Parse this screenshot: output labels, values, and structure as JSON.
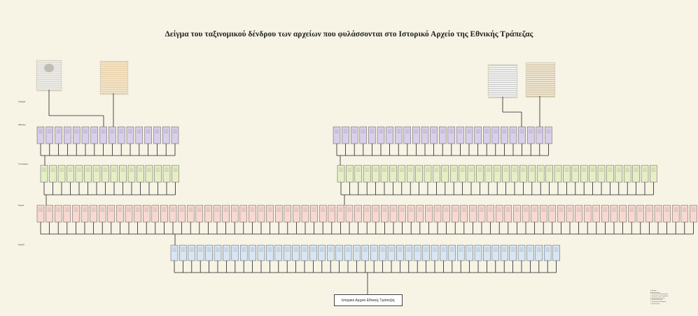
{
  "title": "Δείγμα του ταξινομικού δένδρου των αρχείων που φυλάσσονται στο Ιστορικό Αρχείο της Εθνικής Τράπεζας",
  "root_label": "Ιστορικό Αρχείο Εθνικής Τράπεζας",
  "level_labels": {
    "items": "Τεμάχια",
    "files": "Φάκελοι",
    "subseries": "Υποσειρές",
    "series": "Σειρές",
    "fonds": "Αρχεία"
  },
  "colors": {
    "background": "#f7f4e6",
    "files": "#d9cfea",
    "subseries": "#e6efc4",
    "series": "#f8d8d0",
    "fonds": "#d6e6f5",
    "line": "#222222"
  },
  "document_images": [
    {
      "name": "document-scan-1",
      "style": "grey-seal"
    },
    {
      "name": "document-scan-2",
      "style": "sepia"
    },
    {
      "name": "document-scan-3",
      "style": "grey-typed"
    },
    {
      "name": "document-scan-4",
      "style": "sepia-form"
    }
  ],
  "legend_lines": [
    "Υπόμνημα",
    "Αρχείο Διοίκησης",
    "1. Γενικές συνελεύσεις μετόχων",
    "2. Πρακτικά Γενικού Συμβουλίου",
    "3. Αλληλογραφία Διοικητή",
    "4. Εκθέσεις Διοίκησης",
    "5. Κατάστιχα Καταστημάτων",
    "6. Σχέδια κτιρίων"
  ]
}
